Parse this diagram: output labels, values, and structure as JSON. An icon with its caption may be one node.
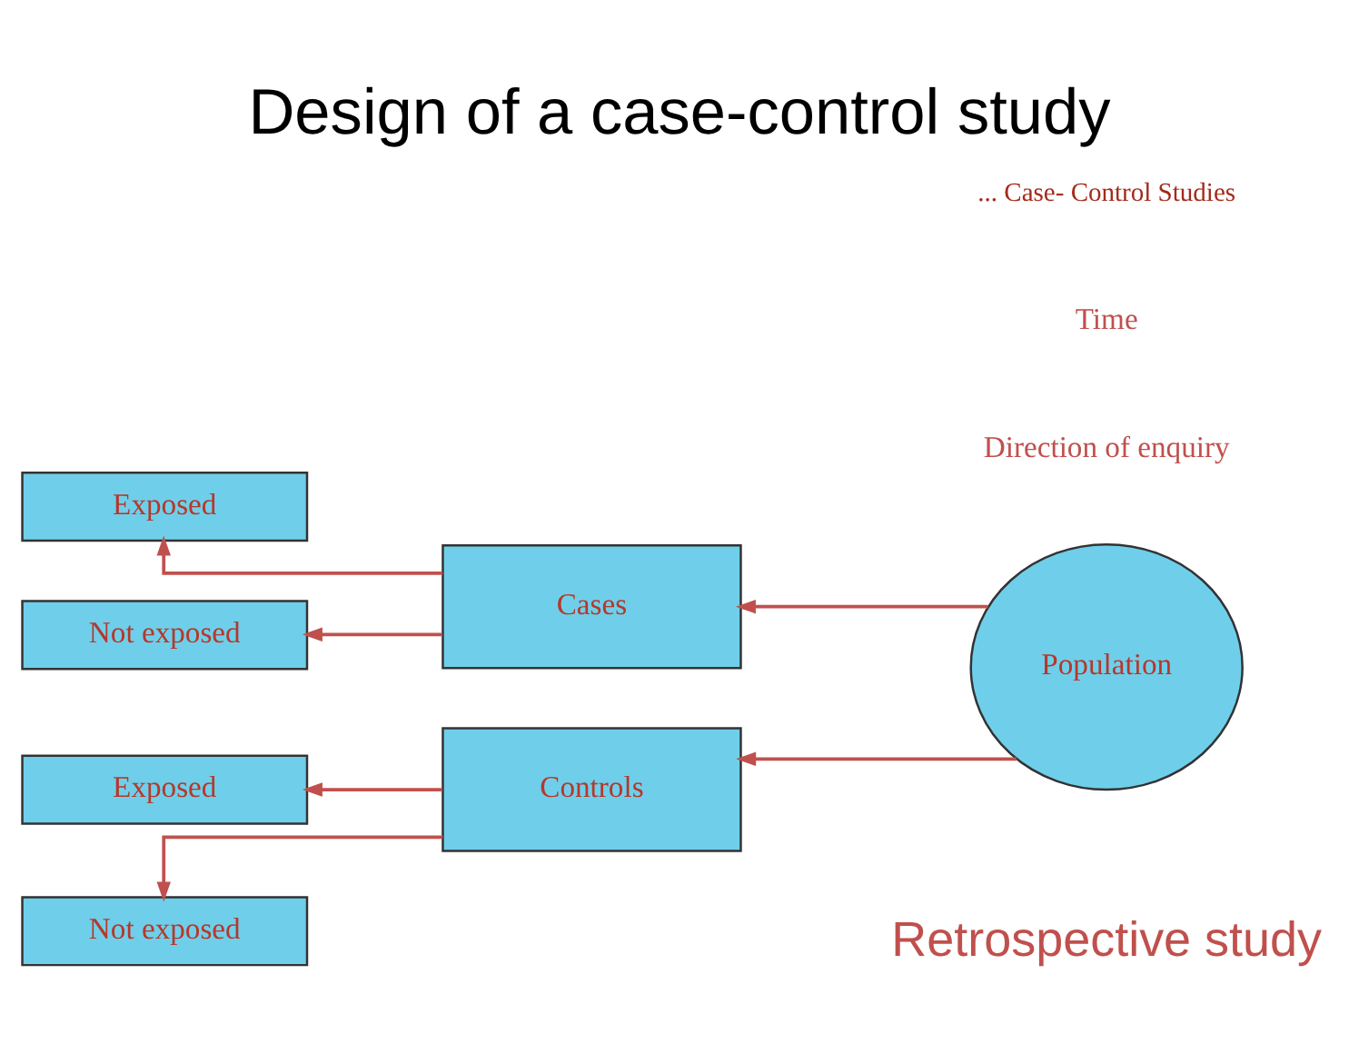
{
  "diagram": {
    "title": "Design of a case-control study",
    "nodes": [
      {
        "text": [
          "Cases"
        ]
      },
      {
        "text": [
          "Controls"
        ]
      },
      {
        "text": [
          "Population"
        ]
      },
      {
        "text": [
          "Exposed"
        ]
      },
      {
        "text": [
          "Not exposed"
        ]
      },
      {
        "text": [
          "Exposed"
        ]
      },
      {
        "text": [
          "Not exposed"
        ]
      }
    ],
    "edges": [
      {
        "from": 2,
        "to": 0,
        "arrow": "to"
      },
      {
        "from": 2,
        "to": 1,
        "arrow": "to"
      },
      {
        "from": 0,
        "to": 3,
        "arrow": "to"
      },
      {
        "from": 0,
        "to": 4,
        "arrow": "to"
      },
      {
        "from": 1,
        "to": 5,
        "arrow": "to"
      },
      {
        "from": 1,
        "to": 6,
        "arrow": "to"
      }
    ],
    "labels": [
      "... Case- Control Studies",
      "Time",
      "Direction of enquiry",
      "Retrospective study"
    ]
  }
}
